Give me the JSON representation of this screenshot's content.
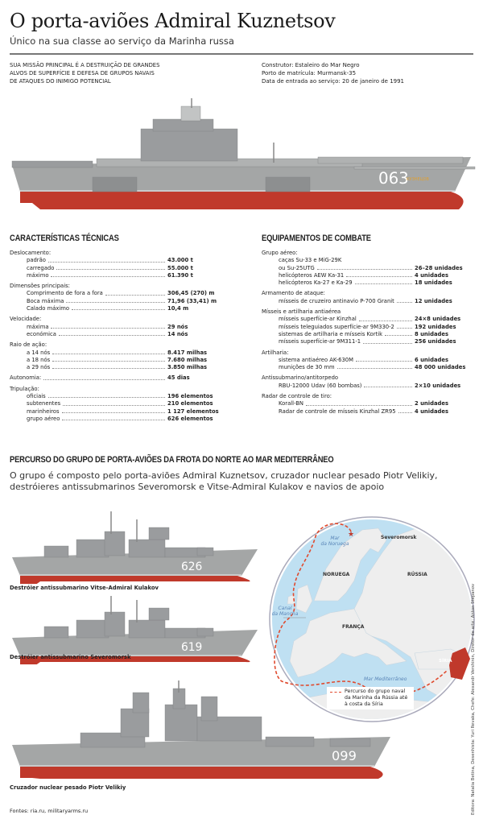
{
  "header": {
    "title": "O porta-aviões Admiral Kuznetsov",
    "subtitle": "Único na sua classe ao serviço da Marinha russa"
  },
  "mission": [
    "Sua missão principal é a destruição de grandes",
    "alvos de superfície e defesa de grupos navais",
    "de ataques do inimigo potencial"
  ],
  "facts": [
    "Construtor: Estaleiro do Mar Negro",
    "Porto de matrícula: Murmansk-35",
    "Data de entrada ao serviço: 20 de janeiro de 1991"
  ],
  "carrier": {
    "hull_number": "063",
    "name_plate": "КУЗНЕЦОВ"
  },
  "colors": {
    "hull": "#a4a6a6",
    "underwater": "#c0392b",
    "route": "#e04a2e",
    "sea": "#bfe0f2",
    "land": "#eeeeee"
  },
  "tech": {
    "heading": "CARACTERÍSTICAS TÉCNICAS",
    "groups": [
      {
        "label": "Deslocamento:",
        "items": [
          {
            "name": "padrão",
            "value": "43.000 t"
          },
          {
            "name": "carregado",
            "value": "55.000 t"
          },
          {
            "name": "máximo",
            "value": "61.390 t"
          }
        ]
      },
      {
        "label": "Dimensões principais:",
        "items": [
          {
            "name": "Comprimento de fora a fora",
            "value": "306,45 (270) m"
          },
          {
            "name": "Boca máxima",
            "value": "71,96 (33,41) m"
          },
          {
            "name": "Calado máximo",
            "value": "10,4 m"
          }
        ]
      },
      {
        "label": "Velocidade:",
        "items": [
          {
            "name": "máxima",
            "value": "29 nós"
          },
          {
            "name": "económica",
            "value": "14 nós"
          }
        ]
      },
      {
        "label": "Raio de ação:",
        "items": [
          {
            "name": "a 14 nós",
            "value": "8.417 milhas"
          },
          {
            "name": "a 18 nós",
            "value": "7.680 milhas"
          },
          {
            "name": "a 29 nós",
            "value": "3.850 milhas"
          }
        ]
      },
      {
        "label": "",
        "items": [
          {
            "name": "Autonomia:",
            "value": "45 dias",
            "flush": true
          }
        ]
      },
      {
        "label": "Tripulação:",
        "items": [
          {
            "name": "oficiais",
            "value": "196 elementos"
          },
          {
            "name": "subtenentes",
            "value": "210 elementos"
          },
          {
            "name": "marinheiros",
            "value": "1 127 elementos"
          },
          {
            "name": "grupo aéreo",
            "value": "626 elementos"
          }
        ]
      }
    ]
  },
  "combat": {
    "heading": "EQUIPAMENTOS DE COMBATE",
    "groups": [
      {
        "label": "Grupo aéreo:",
        "items": [
          {
            "name": "caças Su-33 e MiG-29K",
            "value": ""
          },
          {
            "name": "ou Su-25UTG",
            "value": "26–28 unidades"
          },
          {
            "name": "helicópteros AEW Ka-31",
            "value": "4 unidades"
          },
          {
            "name": "helicópteros Ka-27 e Ka-29",
            "value": "18 unidades"
          }
        ]
      },
      {
        "label": "Armamento de ataque:",
        "items": [
          {
            "name": "mísseis de cruzeiro antinavio P-700 Granit",
            "value": "12 unidades"
          }
        ]
      },
      {
        "label": "Mísseis e artilharia antiaérea",
        "items": [
          {
            "name": "mísseis superfície-ar Kinzhal",
            "value": "24×8 unidades"
          },
          {
            "name": "mísseis teleguiados superfície-ar 9M330-2",
            "value": "192 unidades"
          },
          {
            "name": "sistemas de artilharia e mísseis Kortik",
            "value": "8 unidades"
          },
          {
            "name": "mísseis superfície-ar 9M311-1",
            "value": "256 unidades"
          }
        ]
      },
      {
        "label": "Artilharia:",
        "items": [
          {
            "name": "sistema antiaéreo AK-630M",
            "value": "6 unidades"
          },
          {
            "name": "munições de 30 mm",
            "value": "48 000 unidades"
          }
        ]
      },
      {
        "label": "Antissubmarino/antitorpedo",
        "items": [
          {
            "name": "RBU-12000 Udav (60 bombas)",
            "value": "2×10 unidades"
          }
        ]
      },
      {
        "label": "Radar de controle de tiro:",
        "items": [
          {
            "name": "Korall-BN",
            "value": "2 unidades"
          },
          {
            "name": "Radar de controle de mísseis Kinzhal ZR95",
            "value": "4 unidades"
          }
        ]
      }
    ]
  },
  "route": {
    "heading": "PERCURSO DO GRUPO DE PORTA-AVIÕES DA FROTA DO NORTE AO MAR MEDITERRÂNEO",
    "text": "O grupo é composto pelo porta-aviões Admiral Kuznetsov, cruzador nuclear pesado Piotr Velikiy, destróieres antissubmarinos Severomorsk e Vitse-Admiral Kulakov e navios de apoio"
  },
  "ships": [
    {
      "caption": "Destróier antissubmarino Vitse-Admiral Kulakov",
      "hull_number": "626"
    },
    {
      "caption": "Destróier antissubmarino Severomorsk",
      "hull_number": "619"
    },
    {
      "caption": "Cruzador nuclear pesado Piotr Velikiy",
      "hull_number": "099"
    }
  ],
  "map": {
    "seas": {
      "norway": "Mar\nda Noruega",
      "channel": "Canal\nda Mancha",
      "med": "Mar Mediterrâneo"
    },
    "countries": {
      "norway": "NORUEGA",
      "russia": "RÚSSIA",
      "france": "FRANÇA",
      "syria": "SÍRIA"
    },
    "city": "Severomorsk",
    "legend": "Percurso do grupo naval da Marinha da Rússia até à costa da Síria"
  },
  "sources": "Fontes: ria.ru, militaryarms.ru",
  "credits": "Editora: Natalia Betina, Desenhista: Yuri Revaka, Chefe: Alexandr Vershinin, Diretor de arte: Anton Stepanov"
}
